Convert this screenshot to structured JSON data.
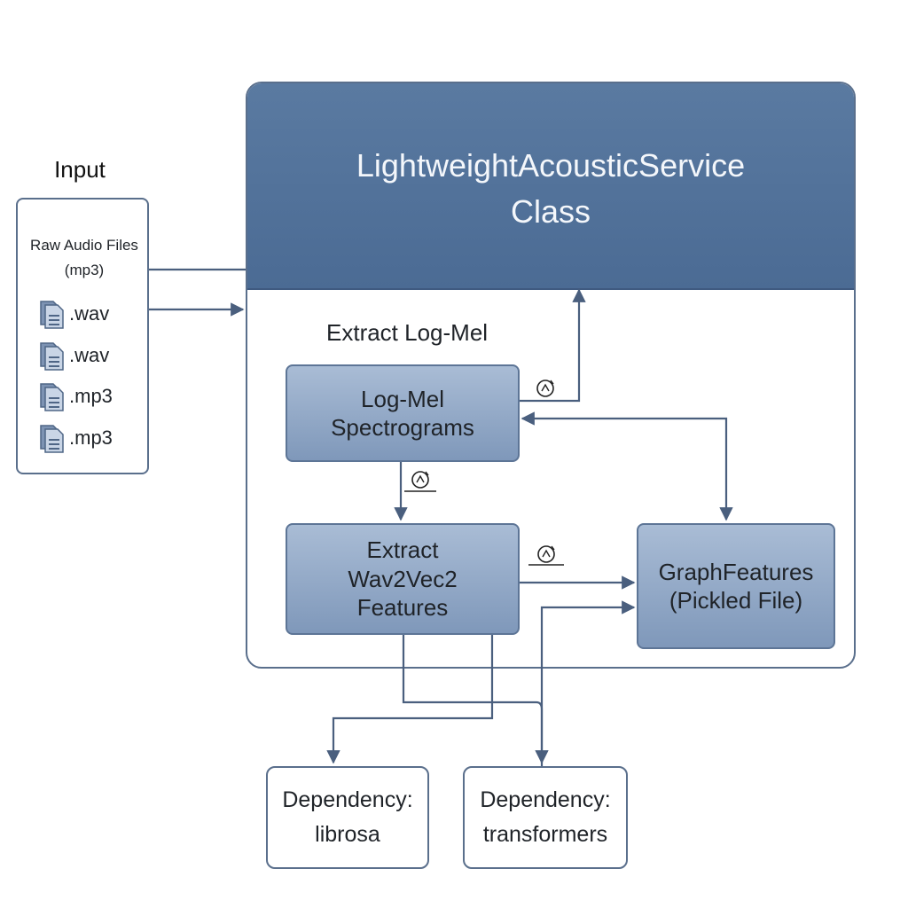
{
  "input": {
    "title": "Input",
    "caption_line1": "Raw Audio Files",
    "caption_line2": "(mp3)",
    "files": [
      ".wav",
      ".wav",
      ".mp3",
      ".mp3"
    ]
  },
  "service": {
    "title_line1": "LightweightAcousticService",
    "title_line2": "Class",
    "section_label": "Extract Log-Mel"
  },
  "nodes": {
    "logmel": {
      "line1": "Log-Mel",
      "line2": "Spectrograms"
    },
    "wav2vec": {
      "line1": "Extract",
      "line2": "Wav2Vec2",
      "line3": "Features"
    },
    "graph": {
      "line1": "GraphFeatures",
      "line2": "(Pickled File)"
    }
  },
  "dependencies": {
    "librosa": {
      "line1": "Dependency:",
      "line2": "librosa"
    },
    "transformers": {
      "line1": "Dependency:",
      "line2": "transformers"
    }
  },
  "colors": {
    "header": "#4e6e96",
    "node_fill": "#8aa2c3",
    "border": "#5a6f8c",
    "arrow": "#4a5f7e"
  }
}
